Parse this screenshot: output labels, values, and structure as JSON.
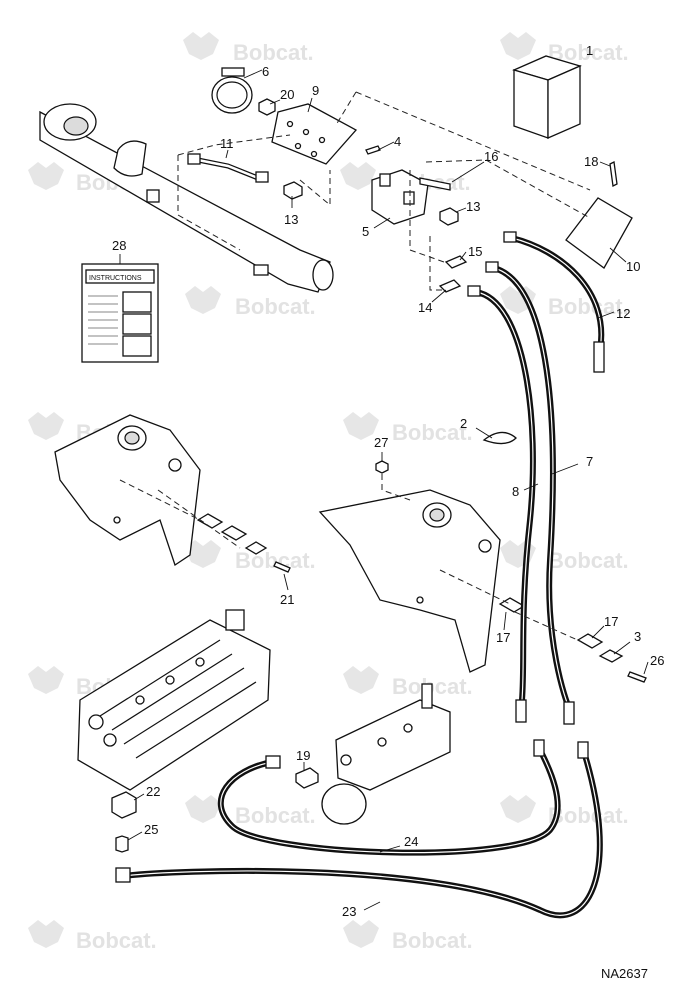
{
  "watermark": {
    "text": "Bobcat.",
    "logo_icon": "bobcat-head-logo-icon"
  },
  "drawing_code": "NA2637",
  "instructions_label": "INSTRUCTIONS",
  "callouts": {
    "c1": "1",
    "c2": "2",
    "c3": "3",
    "c4": "4",
    "c5": "5",
    "c6": "6",
    "c7": "7",
    "c8": "8",
    "c9": "9",
    "c10": "10",
    "c11": "11",
    "c12": "12",
    "c13a": "13",
    "c13b": "13",
    "c14": "14",
    "c15": "15",
    "c16": "16",
    "c17a": "17",
    "c17b": "17",
    "c18": "18",
    "c19": "19",
    "c20": "20",
    "c21": "21",
    "c22": "22",
    "c23": "23",
    "c24": "24",
    "c25": "25",
    "c26": "26",
    "c27": "27",
    "c28": "28"
  },
  "colors": {
    "ink": "#111111",
    "watermark": "#e2e2e2"
  }
}
